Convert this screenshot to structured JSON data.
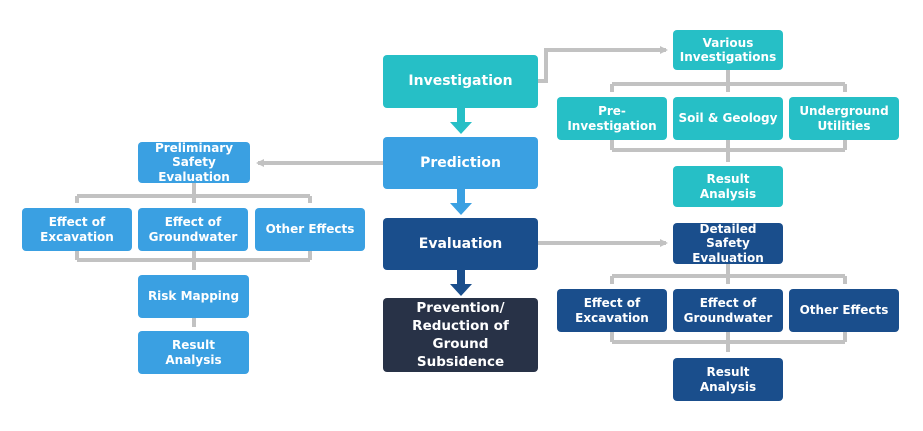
{
  "center": {
    "investigation": "Investigation",
    "prediction": "Prediction",
    "evaluation": "Evaluation",
    "prevention": "Prevention/\nReduction of\nGround Subsidence"
  },
  "investigation_branch": {
    "header": "Various\nInvestigations",
    "items": [
      "Pre-\nInvestigation",
      "Soil & Geology",
      "Underground\nUtilities"
    ],
    "result": "Result Analysis"
  },
  "prediction_branch": {
    "header": "Preliminary\nSafety Evaluation",
    "items": [
      "Effect of\nExcavation",
      "Effect of\nGroundwater",
      "Other Effects"
    ],
    "risk": "Risk Mapping",
    "result": "Result Analysis"
  },
  "evaluation_branch": {
    "header": "Detailed Safety\nEvaluation",
    "items": [
      "Effect of\nExcavation",
      "Effect of\nGroundwater",
      "Other Effects"
    ],
    "result": "Result Analysis"
  },
  "colors": {
    "teal": "#26bfc6",
    "blue": "#3aa0e2",
    "navy": "#1a4e8c",
    "dark": "#283247",
    "connector": "#c2c2c2"
  }
}
